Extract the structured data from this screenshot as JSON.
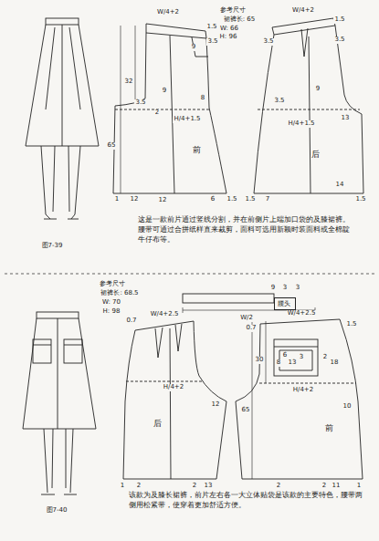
{
  "diagram": {
    "nodes": [
      {
        "text": [
          "腰头"
        ]
      }
    ],
    "edges": [],
    "labels": [
      "参考尺寸",
      "裙裤长: 65",
      "W: 66",
      "H: 96",
      "W/4+2",
      "1.5",
      "3.5",
      "9",
      "32",
      "65",
      "9",
      "3.5",
      "2",
      "H/4+1.5",
      "8",
      "前",
      "1",
      "12",
      "12",
      "6",
      "1.5",
      "W/4+2",
      "1.5",
      "3.5",
      "3.5",
      "9",
      "3.5",
      "13",
      "H/4+1.5",
      "后",
      "1.5",
      "7",
      "14",
      "1.5",
      "这是一款前片通过竖线分割，并在前侧片上端加口袋的及膝裙裤。腰带可通过合拼纸样直来裁剪，面料可选用新颖时装面料或全棉靛牛仔布等。",
      "图7-39",
      "参考尺寸",
      "裙裤长: 68.5",
      "W: 70",
      "H: 98",
      "9",
      "3",
      "3",
      "W/2",
      "0.7",
      "W/4+2.5",
      "H/4+2",
      "12",
      "后",
      "1",
      "2",
      "2",
      "13",
      "W/4+2.5",
      "0.7",
      "1.5",
      "30",
      "6",
      "8",
      "13",
      "3",
      "2",
      "18",
      "H/4+2",
      "10",
      "65",
      "前",
      "2",
      "2",
      "11",
      "1",
      "该款为及膝长裙裤，前片左右各一大立体贴袋是该款的主要特色，腰带两侧用松紧带，使穿着更加舒适方便。",
      "图7-40"
    ]
  }
}
